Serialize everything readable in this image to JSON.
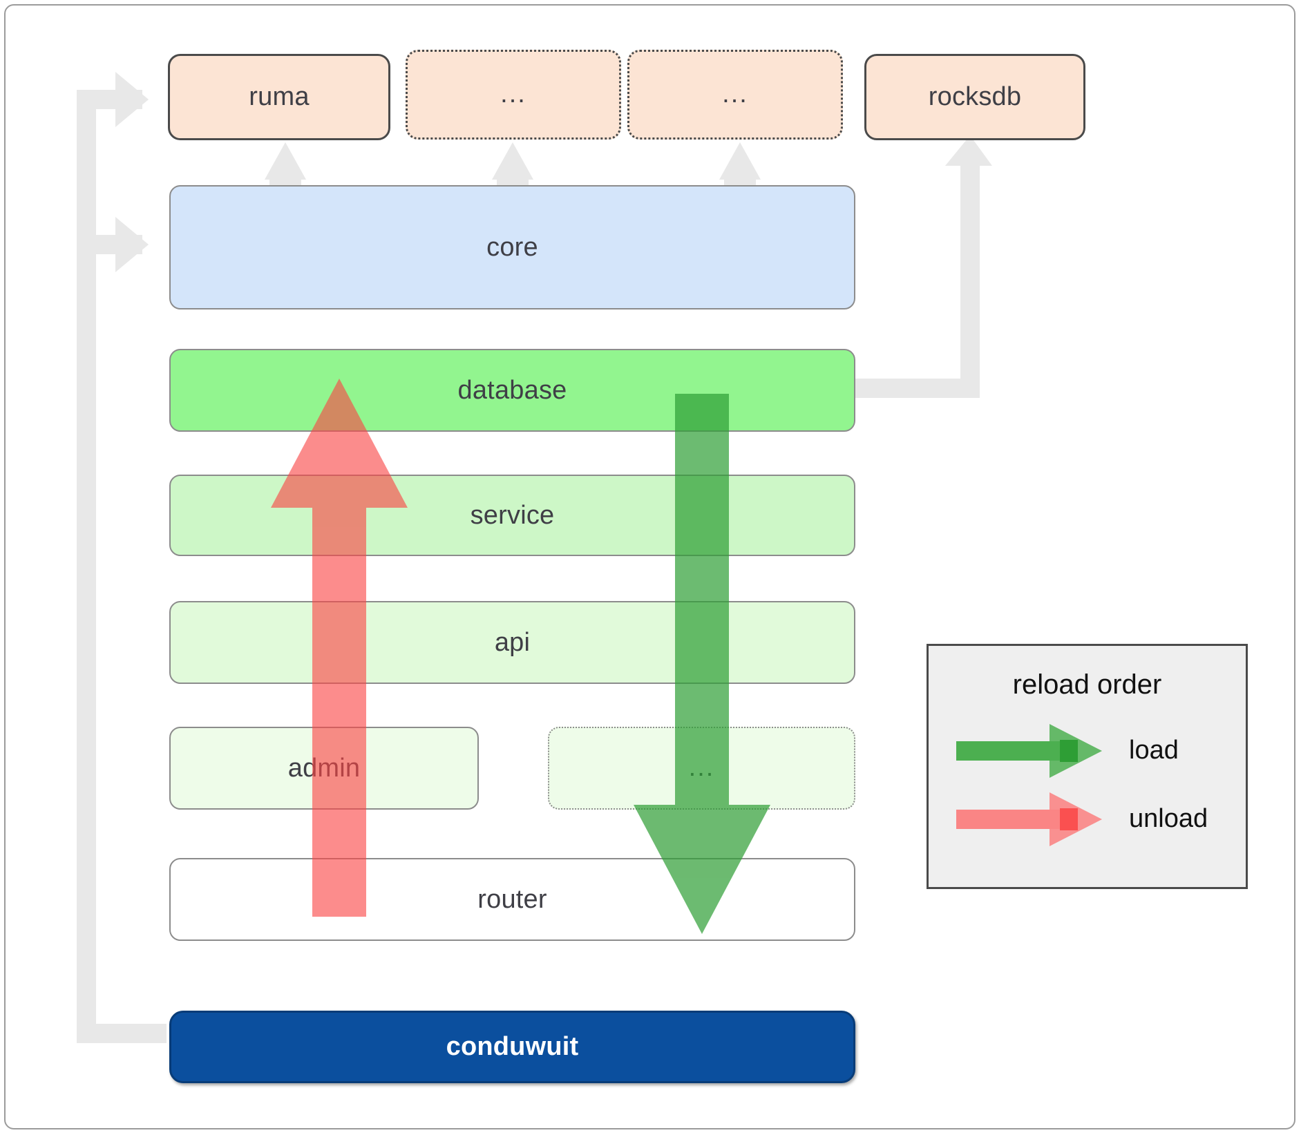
{
  "diagram": {
    "title": "conduwuit crate dependency / reload order diagram",
    "background": "#ffffff",
    "frame_border": "#9b9b9b"
  },
  "dependencies": [
    {
      "id": "ruma",
      "label": "ruma",
      "style": "solid",
      "fill": "#fce4d4",
      "stroke": "#4a4a4a"
    },
    {
      "id": "dep2",
      "label": "...",
      "style": "dotted",
      "fill": "#fce4d4",
      "stroke": "#4a4a4a"
    },
    {
      "id": "dep3",
      "label": "...",
      "style": "dotted",
      "fill": "#fce4d4",
      "stroke": "#4a4a4a"
    },
    {
      "id": "rocksdb",
      "label": "rocksdb",
      "style": "solid",
      "fill": "#fce4d4",
      "stroke": "#4a4a4a"
    }
  ],
  "layers": [
    {
      "id": "core",
      "label": "core",
      "style": "solid",
      "fill": "#d4e5fa",
      "stroke": "#8c8c8c"
    },
    {
      "id": "database",
      "label": "database",
      "style": "solid",
      "fill": "#92f58f",
      "stroke": "#8c8c8c"
    },
    {
      "id": "service",
      "label": "service",
      "style": "solid",
      "fill": "#cdf7c7",
      "stroke": "#8c8c8c"
    },
    {
      "id": "api",
      "label": "api",
      "style": "solid",
      "fill": "#e1fada",
      "stroke": "#8c8c8c"
    },
    {
      "id": "admin",
      "label": "admin",
      "style": "solid",
      "fill": "#eefce9",
      "stroke": "#8c8c8c"
    },
    {
      "id": "more",
      "label": "...",
      "style": "dotted",
      "fill": "#eefce9",
      "stroke": "#8c8c8c"
    },
    {
      "id": "router",
      "label": "router",
      "style": "solid",
      "fill": "#ffffff",
      "stroke": "#8c8c8c"
    }
  ],
  "application": {
    "id": "conduwuit",
    "label": "conduwuit",
    "fill": "#0b4f9e",
    "text_color": "#ffffff"
  },
  "legend": {
    "title": "reload order",
    "items": [
      {
        "id": "load",
        "label": "load",
        "color": "#4caf50"
      },
      {
        "id": "unload",
        "label": "unload",
        "color": "#fa8585"
      }
    ]
  },
  "flow_arrows": {
    "load": {
      "direction": "down",
      "color": "#4caf50",
      "from": "database",
      "to": "router"
    },
    "unload": {
      "direction": "up",
      "color": "#fa8585",
      "from": "router",
      "to": "database"
    }
  },
  "connectors": {
    "color": "#e8e8e8",
    "dependency_arrow_color": "#e8e8e8"
  }
}
